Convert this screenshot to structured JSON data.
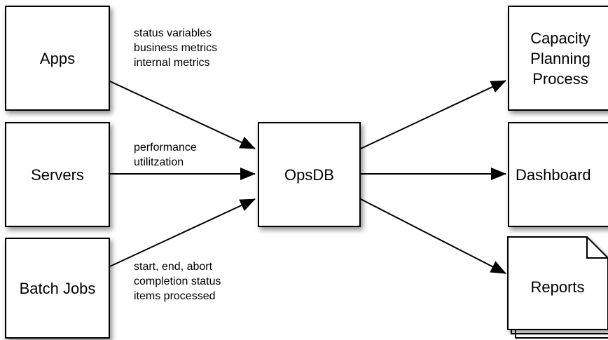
{
  "nodes": {
    "apps": "Apps",
    "servers": "Servers",
    "batch_jobs": "Batch Jobs",
    "opsdb": "OpsDB",
    "capacity_planning": [
      "Capacity",
      "Planning",
      "Process"
    ],
    "dashboard": "Dashboard",
    "reports": "Reports"
  },
  "edge_labels": {
    "apps": [
      "status variables",
      "business metrics",
      "internal metrics"
    ],
    "servers": [
      "performance",
      "utilitzation"
    ],
    "batch_jobs": [
      "start, end, abort",
      "completion status",
      "items processed"
    ]
  }
}
